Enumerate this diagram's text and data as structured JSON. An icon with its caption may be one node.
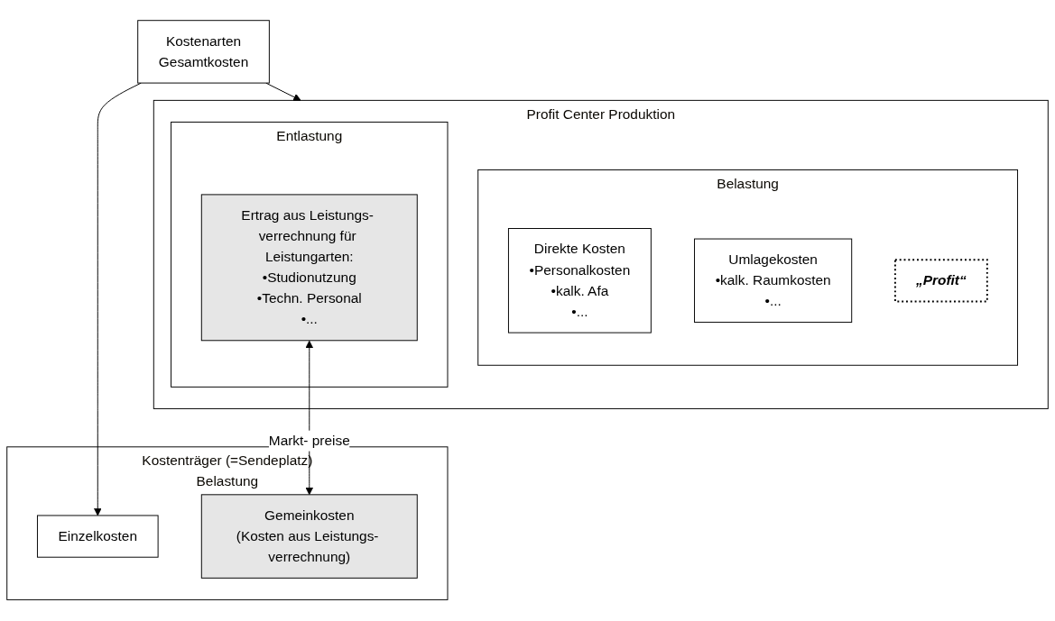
{
  "diagram": {
    "nodes": [
      {
        "text": [
          "Kostenarten",
          "Gesamtkosten"
        ]
      },
      {
        "text": [
          "Kostenträger (=Sendeplatz)",
          "Belastung"
        ]
      },
      {
        "text": [
          "Einzelkosten"
        ],
        "in": 1
      },
      {
        "text": [
          "Gemeinkosten",
          "(Kosten aus Leistungs- verrechnung)"
        ],
        "in": 1
      },
      {
        "text": [
          "Profit Center Produktion"
        ]
      },
      {
        "text": [
          "Belastung"
        ],
        "in": 4
      },
      {
        "text": [
          "Direkte Kosten",
          "•Personalkosten",
          "•kalk. Afa",
          "•..."
        ],
        "in": 5
      },
      {
        "text": [
          "Umlagekosten",
          "•kalk. Raumkosten",
          "•..."
        ],
        "in": 5
      },
      {
        "text": [
          "„Profit“"
        ],
        "in": 5
      },
      {
        "text": [
          "Entlastung"
        ],
        "in": 4
      },
      {
        "text": [
          "Ertrag aus Leistungs- verrechnung für Leistungarten:",
          "•Studionutzung",
          "•Techn. Personal",
          "•..."
        ],
        "in": 9
      }
    ],
    "edges": [
      {
        "from": 0,
        "to": 2,
        "arrow": "to"
      },
      {
        "from": 0,
        "to": 4,
        "arrow": "to"
      },
      {
        "from": 10,
        "to": 3,
        "arrow": "both",
        "label": "Markt- preise"
      }
    ]
  }
}
